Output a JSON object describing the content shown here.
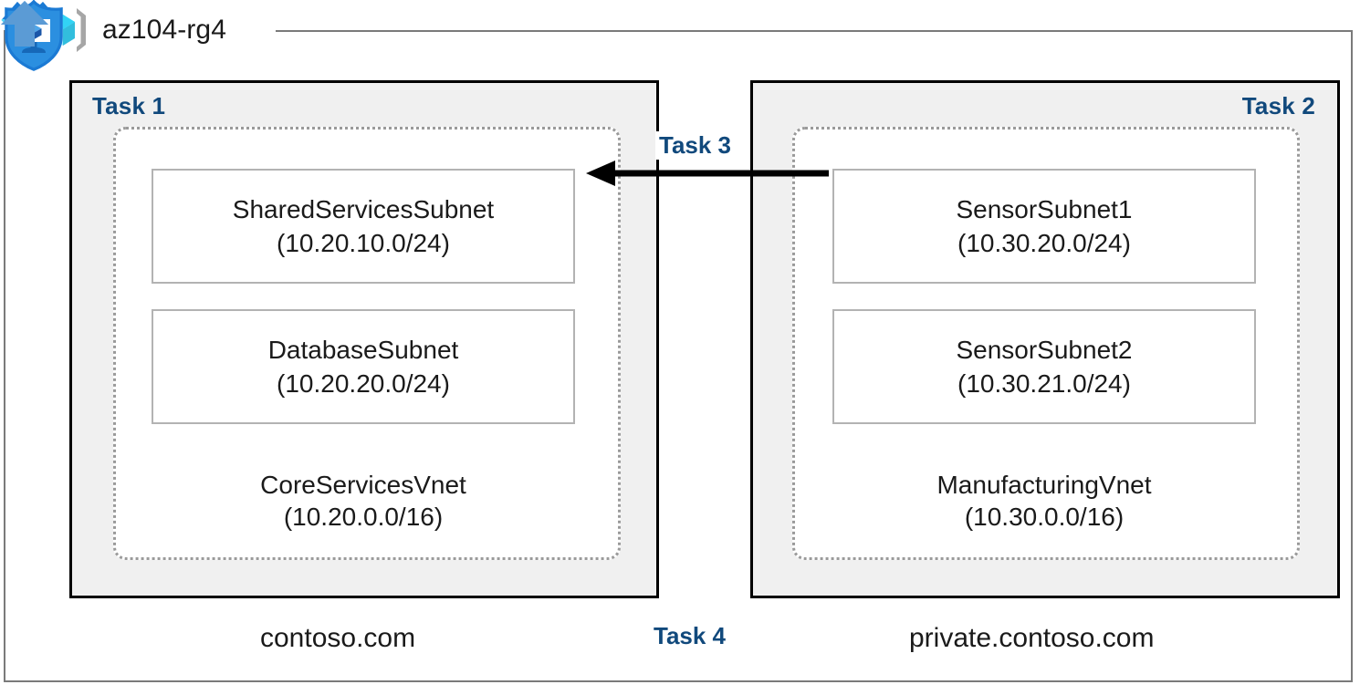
{
  "resource_group": {
    "name": "az104-rg4",
    "icon": "azure-resource-group-icon"
  },
  "tasks": {
    "task1_label": "Task 1",
    "task2_label": "Task 2",
    "task3_label": "Task 3",
    "task4_label": "Task 4"
  },
  "vnets": [
    {
      "task": "Task 1",
      "name": "CoreServicesVnet",
      "cidr": "(10.20.0.0/16)",
      "icon": "virtual-network-icon",
      "subnets": [
        {
          "name": "SharedServicesSubnet",
          "cidr": "(10.20.10.0/24)"
        },
        {
          "name": "DatabaseSubnet",
          "cidr": "(10.20.20.0/24)"
        }
      ],
      "dns_zone": "contoso.com"
    },
    {
      "task": "Task 2",
      "name": "ManufacturingVnet",
      "cidr": "(10.30.0.0/16)",
      "icon": "virtual-network-icon",
      "subnets": [
        {
          "name": "SensorSubnet1",
          "cidr": "(10.30.20.0/24)"
        },
        {
          "name": "SensorSubnet2",
          "cidr": "(10.30.21.0/24)"
        }
      ],
      "dns_zone": "private.contoso.com"
    }
  ],
  "icons": {
    "firewall": "shield-icon",
    "bastion": "bastion-shield-monitor-icon",
    "peering_arrow": "peering-arrow-icon",
    "dns_arrow": "dns-up-arrow-icon"
  },
  "colors": {
    "task_label": "#11497c",
    "task_box_fill": "#f0f0f0",
    "task_box_border": "#000000",
    "vnet_border": "#9a9a9a",
    "subnet_border": "#b3b3b3",
    "rg_border": "#7a7a7a",
    "accent_blue": "#5b9bd5",
    "cube_cyan": "#50e6ff",
    "dot_green": "#5ab552"
  }
}
